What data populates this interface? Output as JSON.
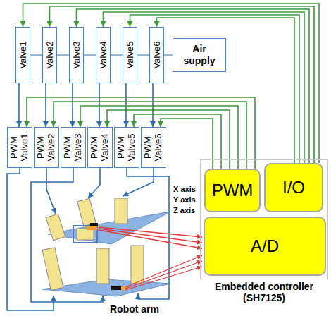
{
  "diagram": {
    "nodes": [
      {
        "text": [
          "Valve1"
        ]
      },
      {
        "text": [
          "Valve2"
        ]
      },
      {
        "text": [
          "Valve3"
        ]
      },
      {
        "text": [
          "Valve4"
        ]
      },
      {
        "text": [
          "Valve5"
        ]
      },
      {
        "text": [
          "Valve6"
        ]
      },
      {
        "text": [
          "Air supply"
        ]
      },
      {
        "text": [
          "PWM Valve1"
        ]
      },
      {
        "text": [
          "PWM Valve2"
        ]
      },
      {
        "text": [
          "PWM Valve3"
        ]
      },
      {
        "text": [
          "PWM Valve4"
        ]
      },
      {
        "text": [
          "PWM Valve5"
        ]
      },
      {
        "text": [
          "PWM Valve6"
        ]
      },
      {
        "text": [
          "Embedded controller (SH7125)"
        ]
      },
      {
        "text": [
          "PWM"
        ],
        "in": 13
      },
      {
        "text": [
          "I/O"
        ],
        "in": 13
      },
      {
        "text": [
          "A/D"
        ],
        "in": 13
      }
    ],
    "edges": [
      {
        "from": 0,
        "to": 1,
        "arrow": "none"
      },
      {
        "from": 1,
        "to": 2,
        "arrow": "none"
      },
      {
        "from": 2,
        "to": 3,
        "arrow": "none"
      },
      {
        "from": 3,
        "to": 4,
        "arrow": "none"
      },
      {
        "from": 4,
        "to": 5,
        "arrow": "none"
      },
      {
        "from": 5,
        "to": 6,
        "arrow": "none"
      },
      {
        "from": 0,
        "to": 7,
        "arrow": "to"
      },
      {
        "from": 1,
        "to": 8,
        "arrow": "to"
      },
      {
        "from": 2,
        "to": 9,
        "arrow": "to"
      },
      {
        "from": 3,
        "to": 10,
        "arrow": "to"
      },
      {
        "from": 4,
        "to": 11,
        "arrow": "to"
      },
      {
        "from": 5,
        "to": 12,
        "arrow": "to"
      },
      {
        "from": 15,
        "to": 0,
        "arrow": "to"
      },
      {
        "from": 15,
        "to": 1,
        "arrow": "to"
      },
      {
        "from": 15,
        "to": 2,
        "arrow": "to"
      },
      {
        "from": 15,
        "to": 3,
        "arrow": "to"
      },
      {
        "from": 15,
        "to": 4,
        "arrow": "to"
      },
      {
        "from": 15,
        "to": 5,
        "arrow": "to"
      },
      {
        "from": 14,
        "to": 7,
        "arrow": "to"
      },
      {
        "from": 14,
        "to": 8,
        "arrow": "to"
      },
      {
        "from": 14,
        "to": 9,
        "arrow": "to"
      },
      {
        "from": 14,
        "to": 10,
        "arrow": "to"
      },
      {
        "from": 14,
        "to": 11,
        "arrow": "to"
      },
      {
        "from": 14,
        "to": 12,
        "arrow": "to"
      }
    ],
    "labels": [
      "X axis",
      "Y axis",
      "Z axis",
      "Robot arm"
    ]
  }
}
